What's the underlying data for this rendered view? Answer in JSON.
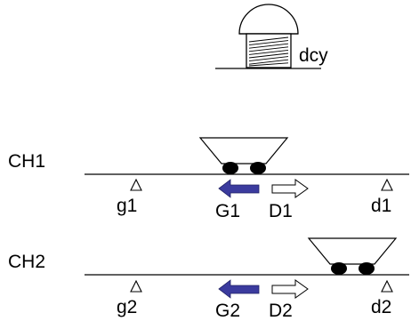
{
  "screw": {
    "label": "dcy",
    "icon": "screw-icon"
  },
  "channels": [
    {
      "name": "CH1",
      "left_marker": "g1",
      "center_left": "G1",
      "center_right": "D1",
      "right_marker": "d1"
    },
    {
      "name": "CH2",
      "left_marker": "g2",
      "center_left": "G2",
      "center_right": "D2",
      "right_marker": "d2"
    }
  ],
  "colors": {
    "ink": "#000000",
    "arrow_filled": "#3b3b9e",
    "arrow_outline": "#000000",
    "background": "#ffffff"
  }
}
